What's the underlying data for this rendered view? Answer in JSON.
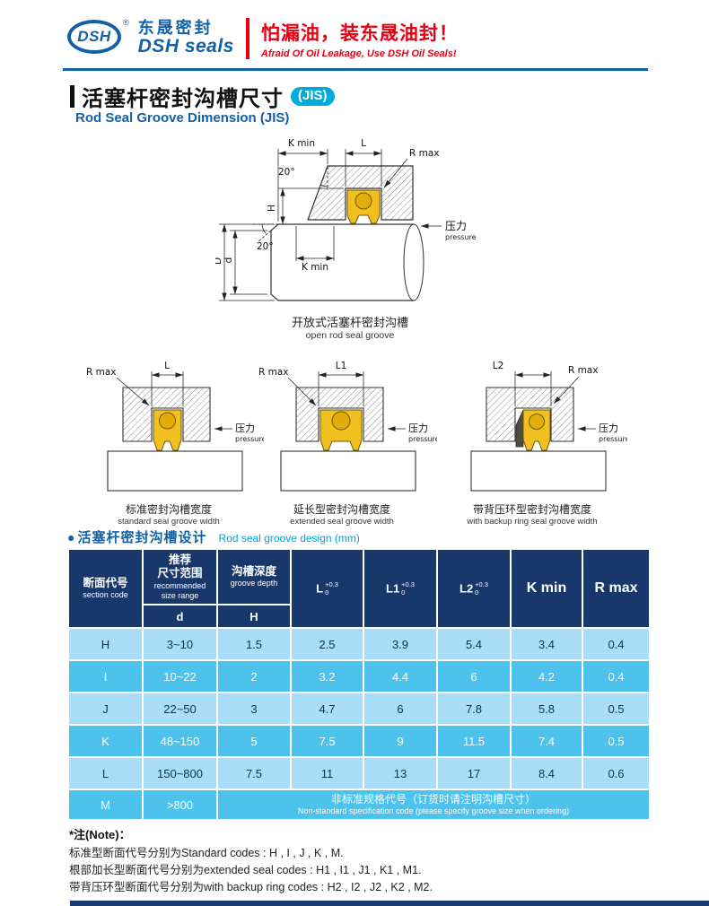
{
  "header": {
    "logo_text": "DSH",
    "logo_reg": "®",
    "brand_cn": "东晟密封",
    "brand_en": "DSH seals",
    "slogan_cn": "怕漏油，装东晟油封！",
    "slogan_en": "Afraid Of Oil Leakage, Use DSH Oil Seals!"
  },
  "title": {
    "cn": "活塞杆密封沟槽尺寸",
    "badge": "(JIS)",
    "en": "Rod Seal Groove Dimension (JIS)"
  },
  "main_diagram": {
    "labels": {
      "k_min_top": "K min",
      "l": "L",
      "r_max": "R max",
      "angle_top": "20°",
      "h": "H",
      "dia_outer": "D",
      "dia_inner": "d",
      "angle_chamfer": "20°",
      "k_min_side": "K min",
      "pressure_cn": "压力",
      "pressure_en": "pressure"
    },
    "caption_cn": "开放式活塞杆密封沟槽",
    "caption_en": "open rod seal groove"
  },
  "small_diagrams": [
    {
      "r_max": "R max",
      "dim": "L",
      "pressure_cn": "压力",
      "pressure_en": "pressure",
      "caption_cn": "标准密封沟槽宽度",
      "caption_en": "standard seal groove width"
    },
    {
      "r_max": "R max",
      "dim": "L1",
      "pressure_cn": "压力",
      "pressure_en": "pressure",
      "caption_cn": "延长型密封沟槽宽度",
      "caption_en": "extended seal groove width"
    },
    {
      "r_max": "R max",
      "dim": "L2",
      "pressure_cn": "压力",
      "pressure_en": "pressure",
      "caption_cn": "带背压环型密封沟槽宽度",
      "caption_en": "with backup ring seal groove width"
    }
  ],
  "section_heading": {
    "bullet": "●",
    "cn": "活塞杆密封沟槽设计",
    "en": "Rod seal groove design (mm)"
  },
  "table": {
    "headers": {
      "section_code_cn": "断面代号",
      "section_code_en": "section code",
      "size_range_cn1": "推荐",
      "size_range_cn2": "尺寸范围",
      "size_range_en1": "recommended",
      "size_range_en2": "size range",
      "size_range_sub": "d",
      "groove_depth_cn": "沟槽深度",
      "groove_depth_en": "groove depth",
      "groove_depth_sub": "H",
      "l_base": "L",
      "l_tol_top": "+0.3",
      "l_tol_bot": "0",
      "l1_base": "L1",
      "l1_tol_top": "+0.3",
      "l1_tol_bot": "0",
      "l2_base": "L2",
      "l2_tol_top": "+0.3",
      "l2_tol_bot": "0",
      "k_min": "K min",
      "r_max": "R max"
    },
    "rows": [
      {
        "code": "H",
        "d": "3~10",
        "h": "1.5",
        "l": "2.5",
        "l1": "3.9",
        "l2": "5.4",
        "k": "3.4",
        "r": "0.4"
      },
      {
        "code": "I",
        "d": "10~22",
        "h": "2",
        "l": "3.2",
        "l1": "4.4",
        "l2": "6",
        "k": "4.2",
        "r": "0.4"
      },
      {
        "code": "J",
        "d": "22~50",
        "h": "3",
        "l": "4.7",
        "l1": "6",
        "l2": "7.8",
        "k": "5.8",
        "r": "0.5"
      },
      {
        "code": "K",
        "d": "48~150",
        "h": "5",
        "l": "7.5",
        "l1": "9",
        "l2": "11.5",
        "k": "7.4",
        "r": "0.5"
      },
      {
        "code": "L",
        "d": "150~800",
        "h": "7.5",
        "l": "11",
        "l1": "13",
        "l2": "17",
        "k": "8.4",
        "r": "0.6"
      }
    ],
    "special_row": {
      "code": "M",
      "d": ">800",
      "note_cn": "非标准规格代号（订货时请注明沟槽尺寸）",
      "note_en": "Non-standard specification code (please specify groove size when ordering)"
    }
  },
  "notes": {
    "title": "*注(Note)：",
    "line1": "标准型断面代号分别为Standard codes : H , I , J , K , M.",
    "line2": "根部加长型断面代号分别为extended seal codes : H1 , I1 , J1 , K1 , M1.",
    "line3": "带背压环型断面代号分别为with backup ring codes : H2 , I2 , J2 , K2 , M2."
  },
  "colors": {
    "brand_blue": "#1261a8",
    "brand_red": "#e60012",
    "badge_cyan": "#00abdc",
    "table_header_navy": "#18386b",
    "row_light": "#aadef8",
    "row_dark": "#4cc2ed",
    "seal_yellow": "#f0c11e"
  }
}
